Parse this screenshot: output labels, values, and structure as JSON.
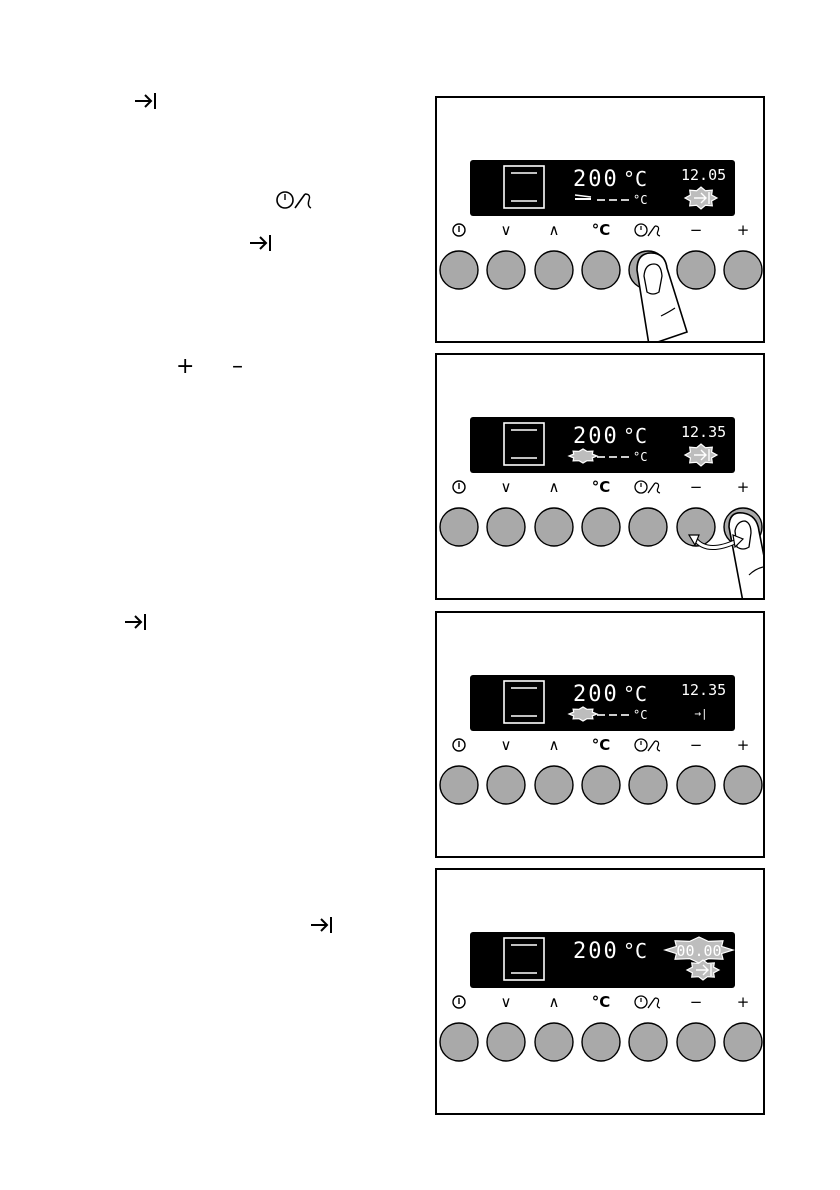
{
  "left_glyphs": {
    "end_time_icon": "end-time-icon",
    "timer_probe_icon": "timer-probe-icon",
    "plus": "+",
    "minus": "–"
  },
  "buttons": [
    {
      "symbol": "power-icon"
    },
    {
      "symbol": "∨"
    },
    {
      "symbol": "∧"
    },
    {
      "symbol": "°C"
    },
    {
      "symbol": "timer-probe-icon"
    },
    {
      "symbol": "−"
    },
    {
      "symbol": "+"
    }
  ],
  "panels": [
    {
      "temperature": "200",
      "unit": "°C",
      "time": "12.05",
      "sub_unit": "°C",
      "end_indicator": "end-time-icon",
      "state": "press-timer-button"
    },
    {
      "temperature": "200",
      "unit": "°C",
      "time": "12.35",
      "sub_unit": "°C",
      "end_indicator": "end-time-icon",
      "state": "adjust-plus-minus"
    },
    {
      "temperature": "200",
      "unit": "°C",
      "time": "12.35",
      "sub_unit": "°C",
      "end_indicator": "→|",
      "state": "set"
    },
    {
      "temperature": "200",
      "unit": "°C",
      "time": "00.00",
      "sub_unit": "",
      "end_indicator": "end-time-icon",
      "state": "flashing"
    }
  ]
}
